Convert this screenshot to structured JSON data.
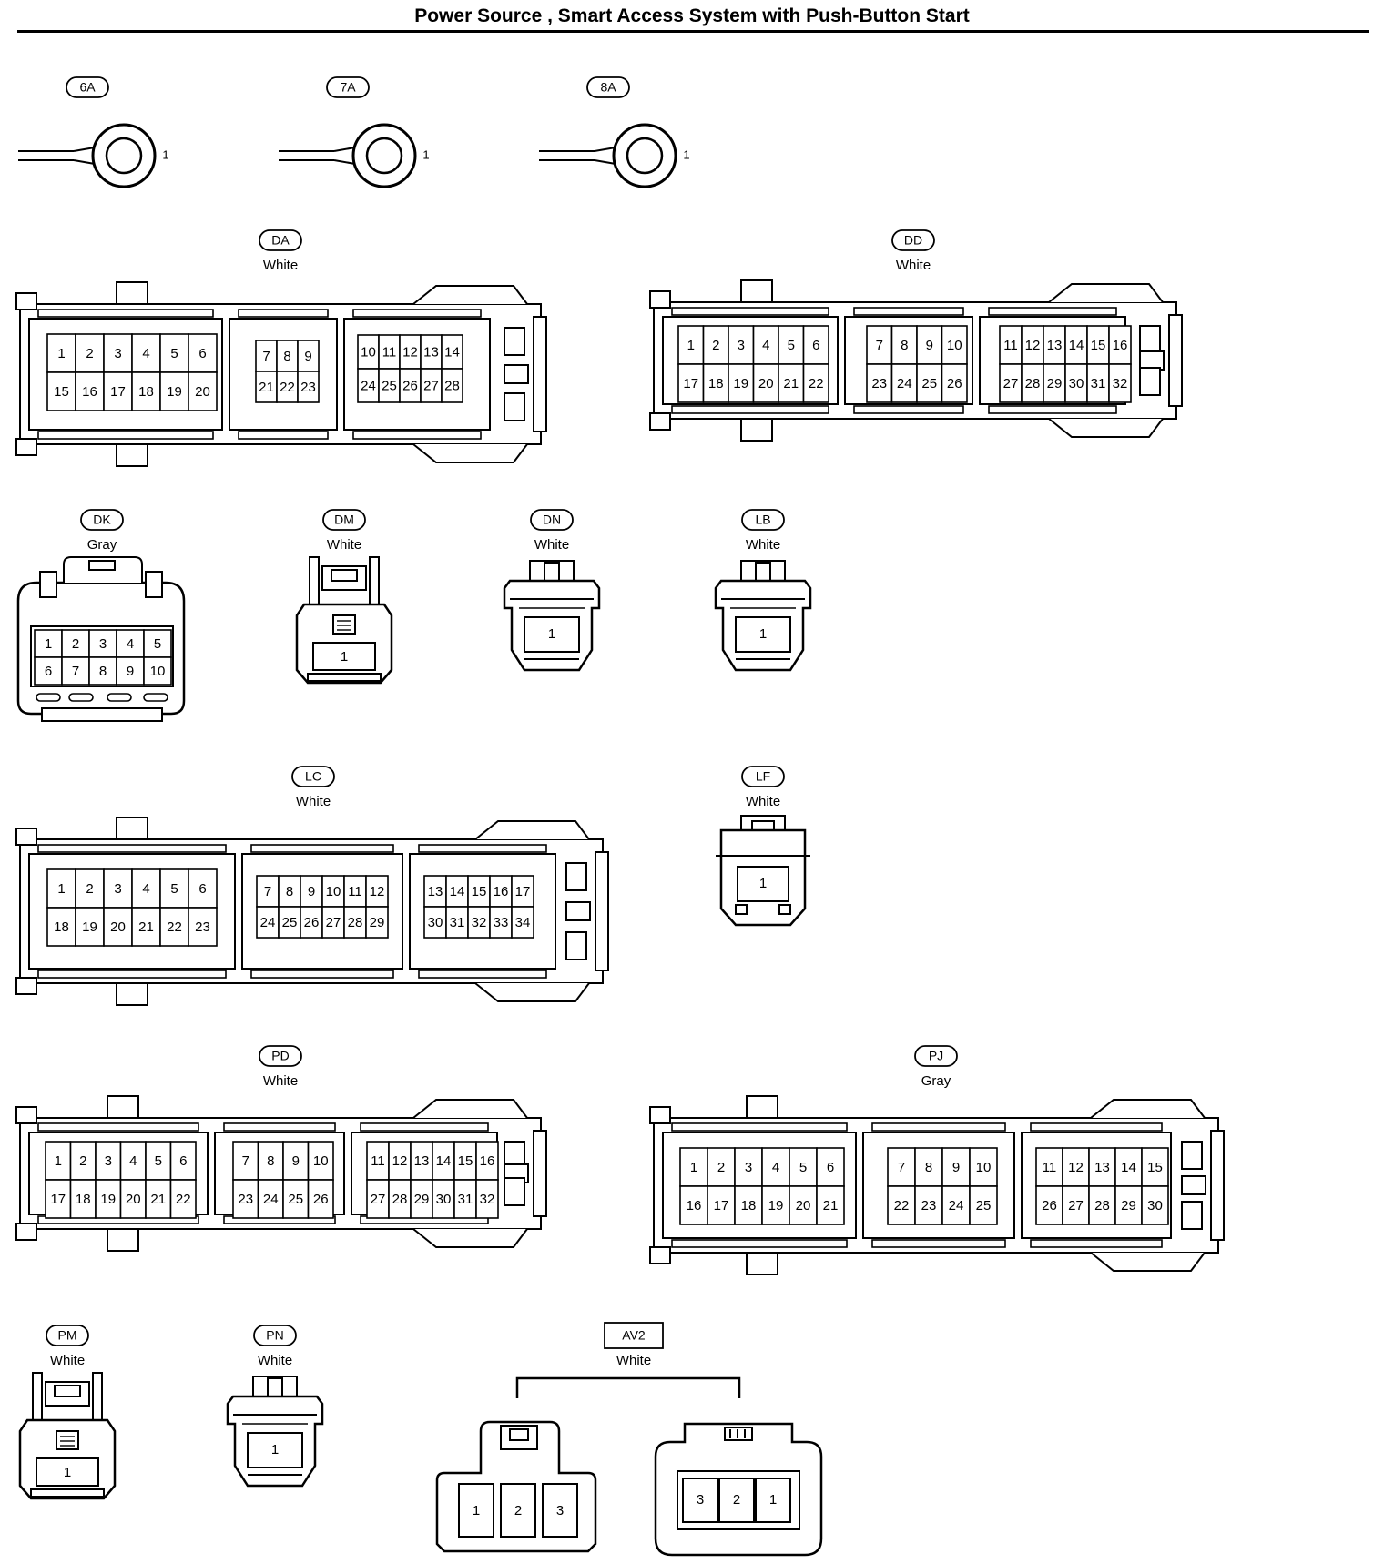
{
  "title": "Power Source , Smart Access System with Push-Button Start",
  "terminals": [
    {
      "id": "6A",
      "pin": "1"
    },
    {
      "id": "7A",
      "pin": "1"
    },
    {
      "id": "8A",
      "pin": "1"
    }
  ],
  "connectors": [
    {
      "id": "DA",
      "color": "White",
      "sections": [
        {
          "rows": [
            [
              "1",
              "2",
              "3",
              "4",
              "5",
              "6"
            ],
            [
              "15",
              "16",
              "17",
              "18",
              "19",
              "20"
            ]
          ]
        },
        {
          "rows": [
            [
              "7",
              "8",
              "9"
            ],
            [
              "21",
              "22",
              "23"
            ]
          ]
        },
        {
          "rows": [
            [
              "10",
              "11",
              "12",
              "13",
              "14"
            ],
            [
              "24",
              "25",
              "26",
              "27",
              "28"
            ]
          ]
        }
      ]
    },
    {
      "id": "DD",
      "color": "White",
      "sections": [
        {
          "rows": [
            [
              "1",
              "2",
              "3",
              "4",
              "5",
              "6"
            ],
            [
              "17",
              "18",
              "19",
              "20",
              "21",
              "22"
            ]
          ]
        },
        {
          "rows": [
            [
              "7",
              "8",
              "9",
              "10"
            ],
            [
              "23",
              "24",
              "25",
              "26"
            ]
          ]
        },
        {
          "rows": [
            [
              "11",
              "12",
              "13",
              "14",
              "15",
              "16"
            ],
            [
              "27",
              "28",
              "29",
              "30",
              "31",
              "32"
            ]
          ]
        }
      ]
    },
    {
      "id": "DK",
      "color": "Gray",
      "sections": [
        {
          "rows": [
            [
              "1",
              "2",
              "3",
              "4",
              "5"
            ],
            [
              "6",
              "7",
              "8",
              "9",
              "10"
            ]
          ]
        }
      ]
    },
    {
      "id": "DM",
      "color": "White",
      "pin": "1"
    },
    {
      "id": "DN",
      "color": "White",
      "pin": "1"
    },
    {
      "id": "LB",
      "color": "White",
      "pin": "1"
    },
    {
      "id": "LC",
      "color": "White",
      "sections": [
        {
          "rows": [
            [
              "1",
              "2",
              "3",
              "4",
              "5",
              "6"
            ],
            [
              "18",
              "19",
              "20",
              "21",
              "22",
              "23"
            ]
          ]
        },
        {
          "rows": [
            [
              "7",
              "8",
              "9",
              "10",
              "11",
              "12"
            ],
            [
              "24",
              "25",
              "26",
              "27",
              "28",
              "29"
            ]
          ]
        },
        {
          "rows": [
            [
              "13",
              "14",
              "15",
              "16",
              "17"
            ],
            [
              "30",
              "31",
              "32",
              "33",
              "34"
            ]
          ]
        }
      ]
    },
    {
      "id": "LF",
      "color": "White",
      "pin": "1"
    },
    {
      "id": "PD",
      "color": "White",
      "sections": [
        {
          "rows": [
            [
              "1",
              "2",
              "3",
              "4",
              "5",
              "6"
            ],
            [
              "17",
              "18",
              "19",
              "20",
              "21",
              "22"
            ]
          ]
        },
        {
          "rows": [
            [
              "7",
              "8",
              "9",
              "10"
            ],
            [
              "23",
              "24",
              "25",
              "26"
            ]
          ]
        },
        {
          "rows": [
            [
              "11",
              "12",
              "13",
              "14",
              "15",
              "16"
            ],
            [
              "27",
              "28",
              "29",
              "30",
              "31",
              "32"
            ]
          ]
        }
      ]
    },
    {
      "id": "PJ",
      "color": "Gray",
      "sections": [
        {
          "rows": [
            [
              "1",
              "2",
              "3",
              "4",
              "5",
              "6"
            ],
            [
              "16",
              "17",
              "18",
              "19",
              "20",
              "21"
            ]
          ]
        },
        {
          "rows": [
            [
              "7",
              "8",
              "9",
              "10"
            ],
            [
              "22",
              "23",
              "24",
              "25"
            ]
          ]
        },
        {
          "rows": [
            [
              "11",
              "12",
              "13",
              "14",
              "15"
            ],
            [
              "26",
              "27",
              "28",
              "29",
              "30"
            ]
          ]
        }
      ]
    },
    {
      "id": "PM",
      "color": "White",
      "pin": "1"
    },
    {
      "id": "PN",
      "color": "White",
      "pin": "1"
    },
    {
      "id": "AV2",
      "color": "White",
      "left_pins": [
        "1",
        "2",
        "3"
      ],
      "right_pins": [
        "3",
        "2",
        "1"
      ]
    }
  ]
}
